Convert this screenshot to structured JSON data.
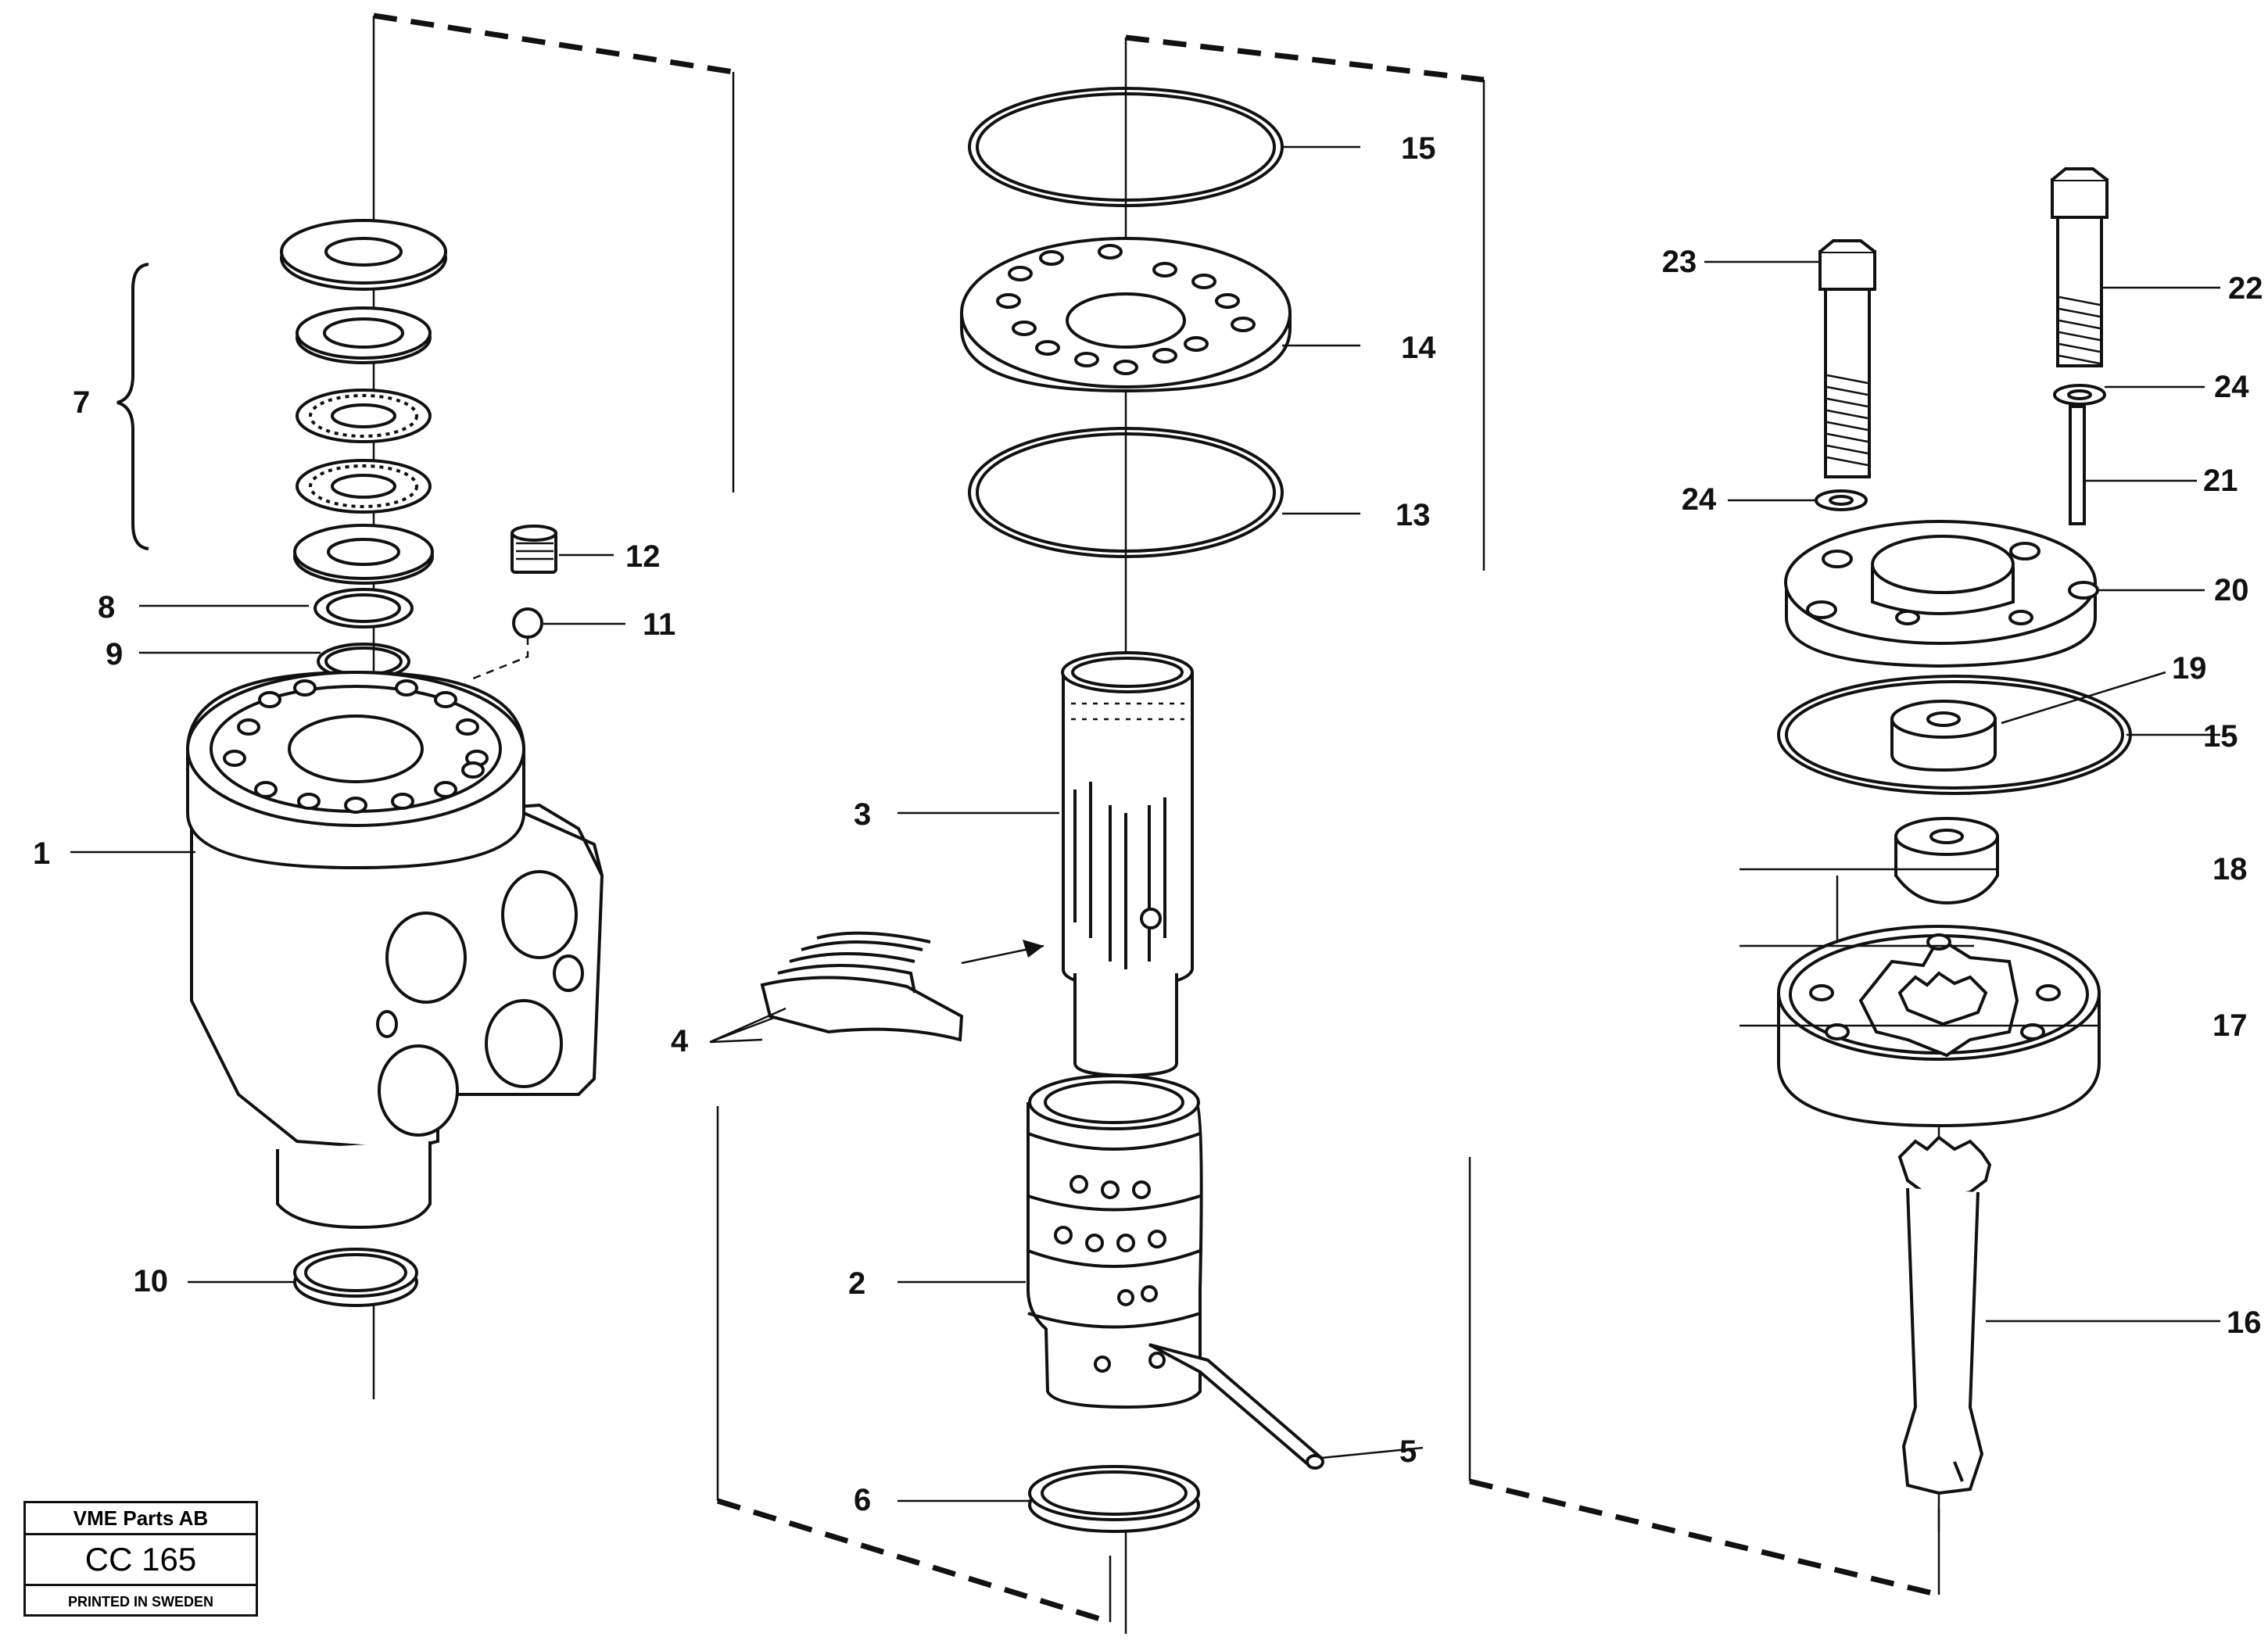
{
  "callouts": {
    "c1": "1",
    "c2": "2",
    "c3": "3",
    "c4": "4",
    "c5": "5",
    "c6": "6",
    "c7": "7",
    "c8": "8",
    "c9": "9",
    "c10": "10",
    "c11": "11",
    "c12": "12",
    "c13": "13",
    "c14": "14",
    "c15a": "15",
    "c15b": "15",
    "c16": "16",
    "c17": "17",
    "c18": "18",
    "c19": "19",
    "c20": "20",
    "c21": "21",
    "c22": "22",
    "c23": "23",
    "c24a": "24",
    "c24b": "24"
  },
  "title_block": {
    "company": "VME Parts AB",
    "code": "CC 165",
    "printed": "PRINTED IN SWEDEN"
  }
}
